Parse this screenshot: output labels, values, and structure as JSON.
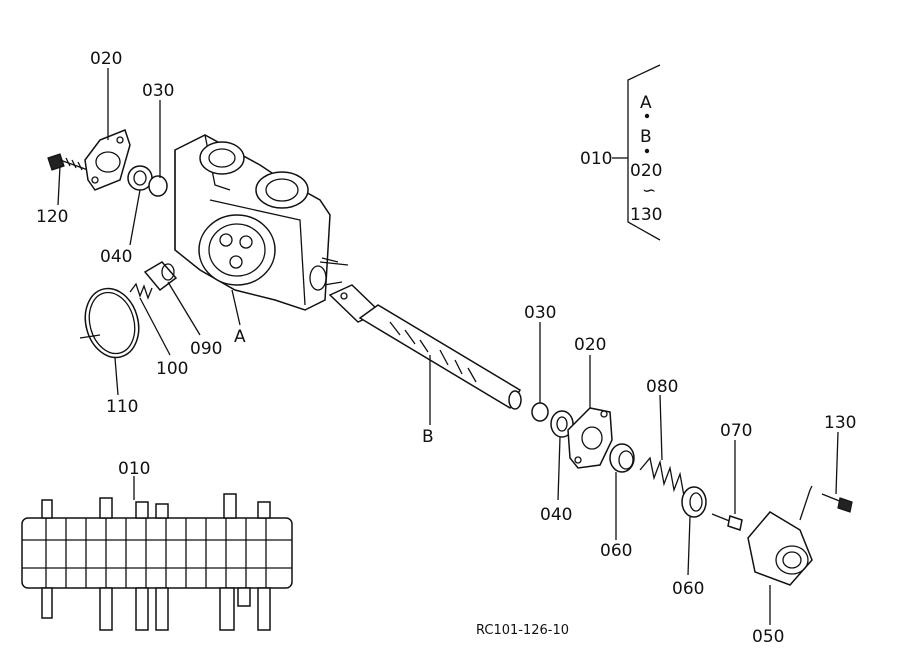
{
  "labels": {
    "p020_top": "020",
    "p030_top": "030",
    "p120": "120",
    "p040_left": "040",
    "p100": "100",
    "p090": "090",
    "pA": "A",
    "p110": "110",
    "pB": "B",
    "p030_mid": "030",
    "p020_mid": "020",
    "p080": "080",
    "p070": "070",
    "p130_right": "130",
    "p040_mid": "040",
    "p060_a": "060",
    "p060_b": "060",
    "p050": "050",
    "p010_assembly": "010",
    "p010_key": "010"
  },
  "key": {
    "line1": "A",
    "line2": "B",
    "line3": "020",
    "line4": "∽",
    "line5": "130"
  },
  "drawing_code": "RC101-126-10",
  "colors": {
    "ink": "#111111",
    "paper": "#ffffff"
  }
}
